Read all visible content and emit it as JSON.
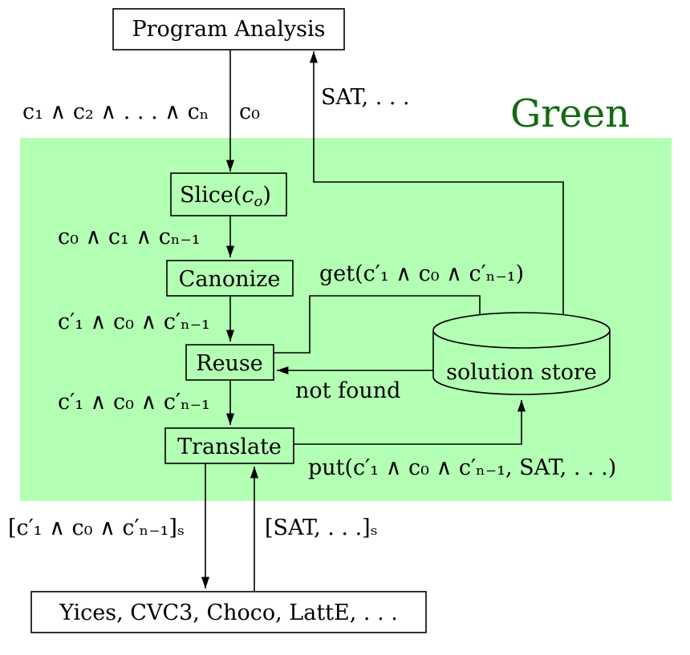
{
  "title": "Green",
  "nodes": {
    "program_analysis": "Program Analysis",
    "slice": "Slice(",
    "slice_var": "c",
    "slice_sub": "o",
    "canonize": "Canonize",
    "reuse": "Reuse",
    "translate": "Translate",
    "solution_store": "solution store",
    "solvers": "Yices, CVC3, Choco, LattE, . . ."
  },
  "edges": {
    "input_constraints": "c₁ ∧ c₂ ∧ . . . ∧ cₙ",
    "input_query": "c₀",
    "sat_result": "SAT, . . .",
    "after_slice": "c₀ ∧ c₁ ∧ cₙ₋₁",
    "after_canonize": "c′₁ ∧ c₀ ∧ c′ₙ₋₁",
    "after_reuse": "c′₁ ∧ c₀ ∧ c′ₙ₋₁",
    "get": "get(c′₁ ∧ c₀ ∧ c′ₙ₋₁)",
    "not_found": "not found",
    "put": "put(c′₁ ∧ c₀ ∧ c′ₙ₋₁, SAT, . . .)",
    "to_solver": "[c′₁ ∧ c₀ ∧ c′ₙ₋₁]ₛ",
    "from_solver": "[SAT, . . .]ₛ"
  }
}
